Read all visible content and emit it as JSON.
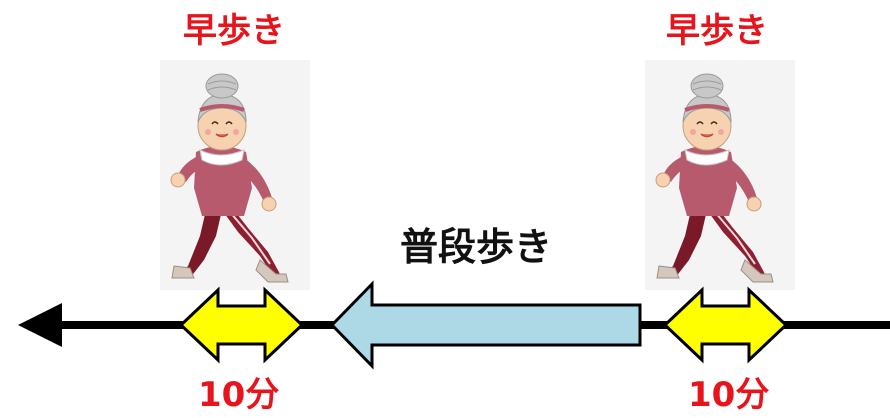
{
  "labels": {
    "fast_walk_left": "早歩き",
    "fast_walk_right": "早歩き",
    "normal_walk": "普段歩き",
    "duration_left": "10分",
    "duration_right": "10分"
  },
  "colors": {
    "fast_walk_text": "#e8141c",
    "fast_segment_fill": "#ffff00",
    "normal_segment_fill": "#add8e6",
    "timeline": "#000000",
    "shirt": "#b85a6e",
    "pants": "#8c2030",
    "hair": "#c8c8c8",
    "skin": "#f6d2b0"
  },
  "icons": {
    "walker": "elderly-woman-walking-icon",
    "timeline_arrow": "arrow-left-icon",
    "fast_segment": "double-arrow-icon",
    "normal_segment": "block-arrow-left-icon"
  }
}
